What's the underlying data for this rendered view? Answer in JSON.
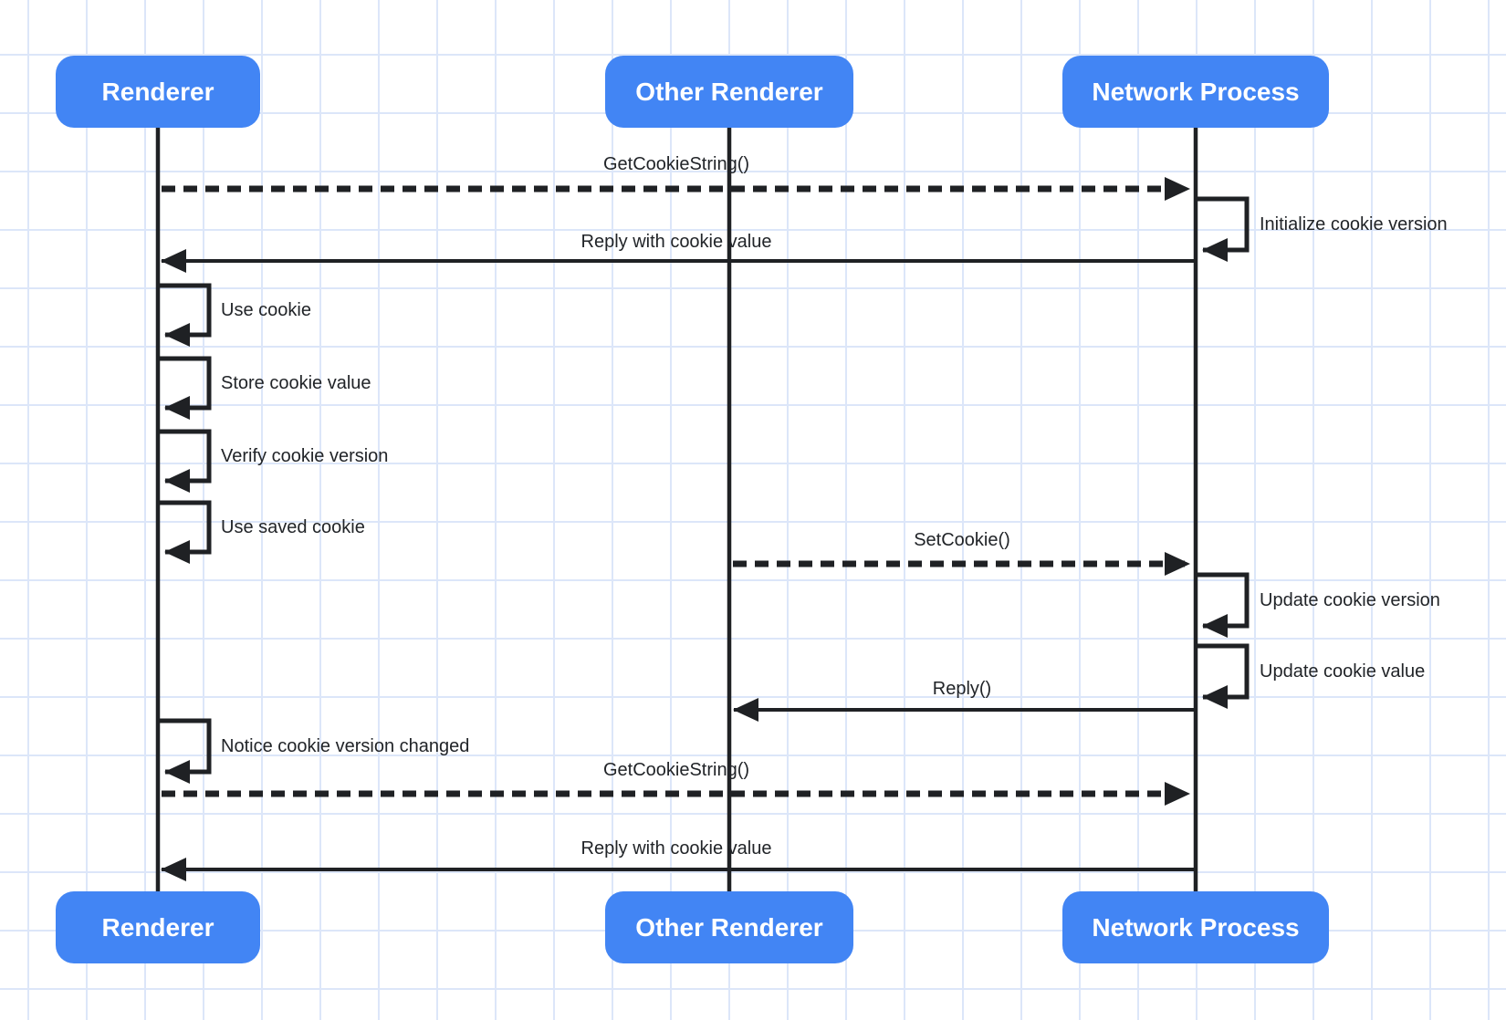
{
  "diagram": {
    "actors": [
      {
        "id": "renderer",
        "label": "Renderer"
      },
      {
        "id": "other-renderer",
        "label": "Other Renderer"
      },
      {
        "id": "network-process",
        "label": "Network Process"
      }
    ],
    "messages": [
      {
        "label": "GetCookieString()",
        "from": "renderer",
        "to": "network-process",
        "style": "dashed"
      },
      {
        "label": "Initialize cookie version",
        "from": "network-process",
        "to": "network-process",
        "style": "self"
      },
      {
        "label": "Reply with cookie value",
        "from": "network-process",
        "to": "renderer",
        "style": "solid"
      },
      {
        "label": "Use cookie",
        "from": "renderer",
        "to": "renderer",
        "style": "self"
      },
      {
        "label": "Store cookie value",
        "from": "renderer",
        "to": "renderer",
        "style": "self"
      },
      {
        "label": "Verify cookie version",
        "from": "renderer",
        "to": "renderer",
        "style": "self"
      },
      {
        "label": "Use saved cookie",
        "from": "renderer",
        "to": "renderer",
        "style": "self"
      },
      {
        "label": "SetCookie()",
        "from": "other-renderer",
        "to": "network-process",
        "style": "dashed"
      },
      {
        "label": "Update cookie version",
        "from": "network-process",
        "to": "network-process",
        "style": "self"
      },
      {
        "label": "Update cookie value",
        "from": "network-process",
        "to": "network-process",
        "style": "self"
      },
      {
        "label": "Reply()",
        "from": "network-process",
        "to": "other-renderer",
        "style": "solid"
      },
      {
        "label": "Notice cookie version changed",
        "from": "renderer",
        "to": "renderer",
        "style": "self"
      },
      {
        "label": "GetCookieString()",
        "from": "renderer",
        "to": "network-process",
        "style": "dashed"
      },
      {
        "label": "Reply with cookie value",
        "from": "network-process",
        "to": "renderer",
        "style": "solid"
      }
    ],
    "colors": {
      "actor_fill": "#4285f4",
      "actor_text": "#ffffff",
      "line": "#1f2124",
      "label_text": "#212428",
      "grid_line": "#dce6f9",
      "background": "#ffffff"
    }
  }
}
